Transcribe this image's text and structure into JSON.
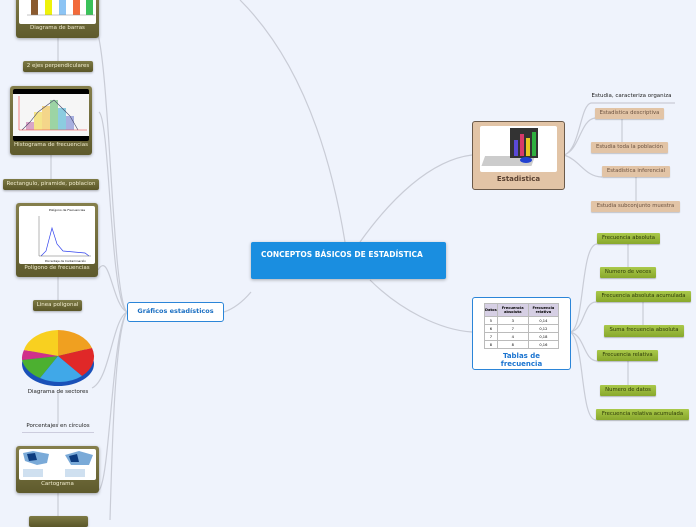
{
  "central": {
    "title": "CONCEPTOS BÁSICOS DE ESTADÍSTICA",
    "color": "#1a8ee0"
  },
  "graficos": {
    "label": "Gráficos estadísticos",
    "children": [
      {
        "label": "Diagrama de barras"
      },
      {
        "label": "2 ejes perpendiculares"
      },
      {
        "label": "Histograma de frecuencias"
      },
      {
        "label": "Rectangulo, piramide, poblacion"
      },
      {
        "label": "Polígono de frecuencias",
        "chart_title": "Polígono de Frecuencias",
        "chart_xlabel": "Porcentaje de Contaminación"
      },
      {
        "label": "Linea poligonal"
      },
      {
        "label": "Diagrama de sectores"
      },
      {
        "label": "Porcentajes en círculos"
      },
      {
        "label": "Cartograma"
      }
    ]
  },
  "estadistica": {
    "label": "Estadistica",
    "children": [
      {
        "label": "Estudia, caracteriza organiza"
      },
      {
        "label": "Estadística descriptiva"
      },
      {
        "label": "Estudia toda la población"
      },
      {
        "label": "Estadística inferencial"
      },
      {
        "label": "Estudia subconjunto muestra"
      }
    ]
  },
  "tablas": {
    "label": "Tablas de frecuencia",
    "table": {
      "headers": [
        "Datos",
        "Frecuencia absoluta",
        "Frecuencia relativa"
      ],
      "rows": [
        [
          "5",
          "3",
          "0,14"
        ],
        [
          "6",
          "7",
          "0,12"
        ],
        [
          "7",
          "4",
          "0,18"
        ],
        [
          "8",
          "8",
          "0,16"
        ]
      ]
    },
    "children": [
      {
        "label": "Frecuencia absoluta"
      },
      {
        "label": "Numero de veces"
      },
      {
        "label": "Frecuencia absoluta acumulada"
      },
      {
        "label": "Suma frecuencia absoluta"
      },
      {
        "label": "Frecuencia relativa"
      },
      {
        "label": "Numero de datos"
      },
      {
        "label": "Frecuencia relativa acumulada"
      }
    ]
  }
}
